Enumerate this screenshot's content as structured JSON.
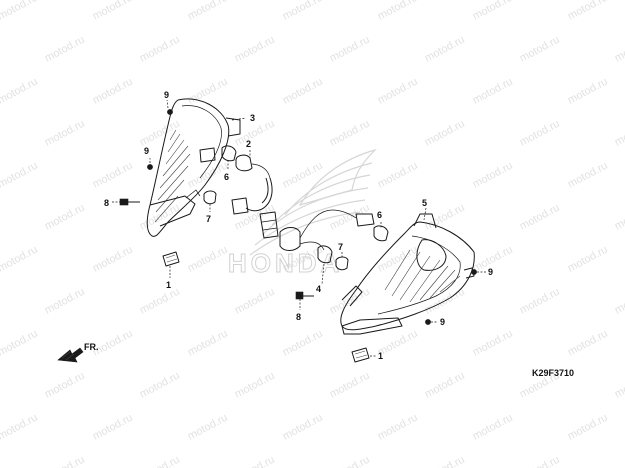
{
  "watermark": "motod.ru",
  "brand": "HONDA",
  "diagram_code": "K29F3710",
  "callouts": [
    {
      "id": "c9a",
      "label": "9"
    },
    {
      "id": "c3",
      "label": "3"
    },
    {
      "id": "c9b",
      "label": "9"
    },
    {
      "id": "c2",
      "label": "2"
    },
    {
      "id": "c6a",
      "label": "6"
    },
    {
      "id": "c8a",
      "label": "8"
    },
    {
      "id": "c7a",
      "label": "7"
    },
    {
      "id": "c5",
      "label": "5"
    },
    {
      "id": "c6b",
      "label": "6"
    },
    {
      "id": "c7b",
      "label": "7"
    },
    {
      "id": "c1a",
      "label": "1"
    },
    {
      "id": "c4",
      "label": "4"
    },
    {
      "id": "c9c",
      "label": "9"
    },
    {
      "id": "c8b",
      "label": "8"
    },
    {
      "id": "c9d",
      "label": "9"
    },
    {
      "id": "c1b",
      "label": "1"
    }
  ],
  "fr_label": "FR.",
  "colors": {
    "ink": "#1a1a1a",
    "watermark": "#e2e2e2",
    "logo": "#d6d6d6"
  }
}
